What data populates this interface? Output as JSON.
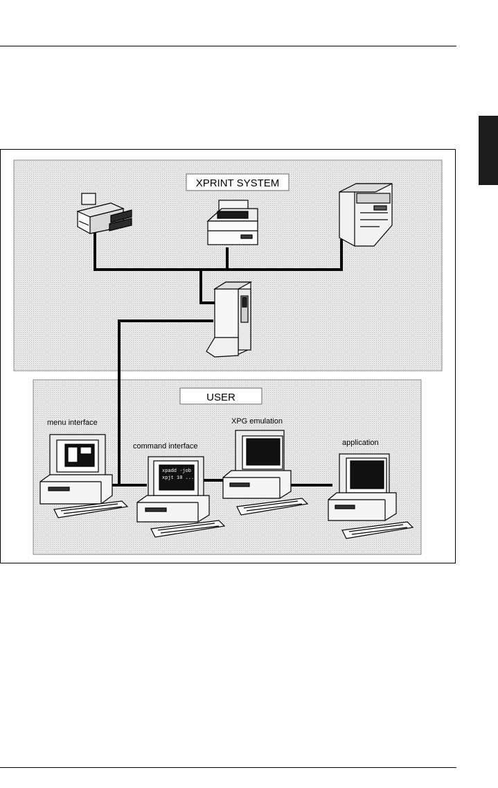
{
  "diagram": {
    "system_label": "XPRINT SYSTEM",
    "user_label": "USER",
    "workstations": [
      {
        "label": "menu interface"
      },
      {
        "label": "command interface",
        "screen_lines": [
          "xpadd -job",
          "xpjt 10 ..."
        ]
      },
      {
        "label": "XPG emulation"
      },
      {
        "label": "application"
      }
    ]
  },
  "colors": {
    "panel_fill": "#e4e4e4",
    "panel_border": "#8a8a8a",
    "line": "#000000",
    "screen": "#101010",
    "tab_marker": "#1c1c1c"
  }
}
